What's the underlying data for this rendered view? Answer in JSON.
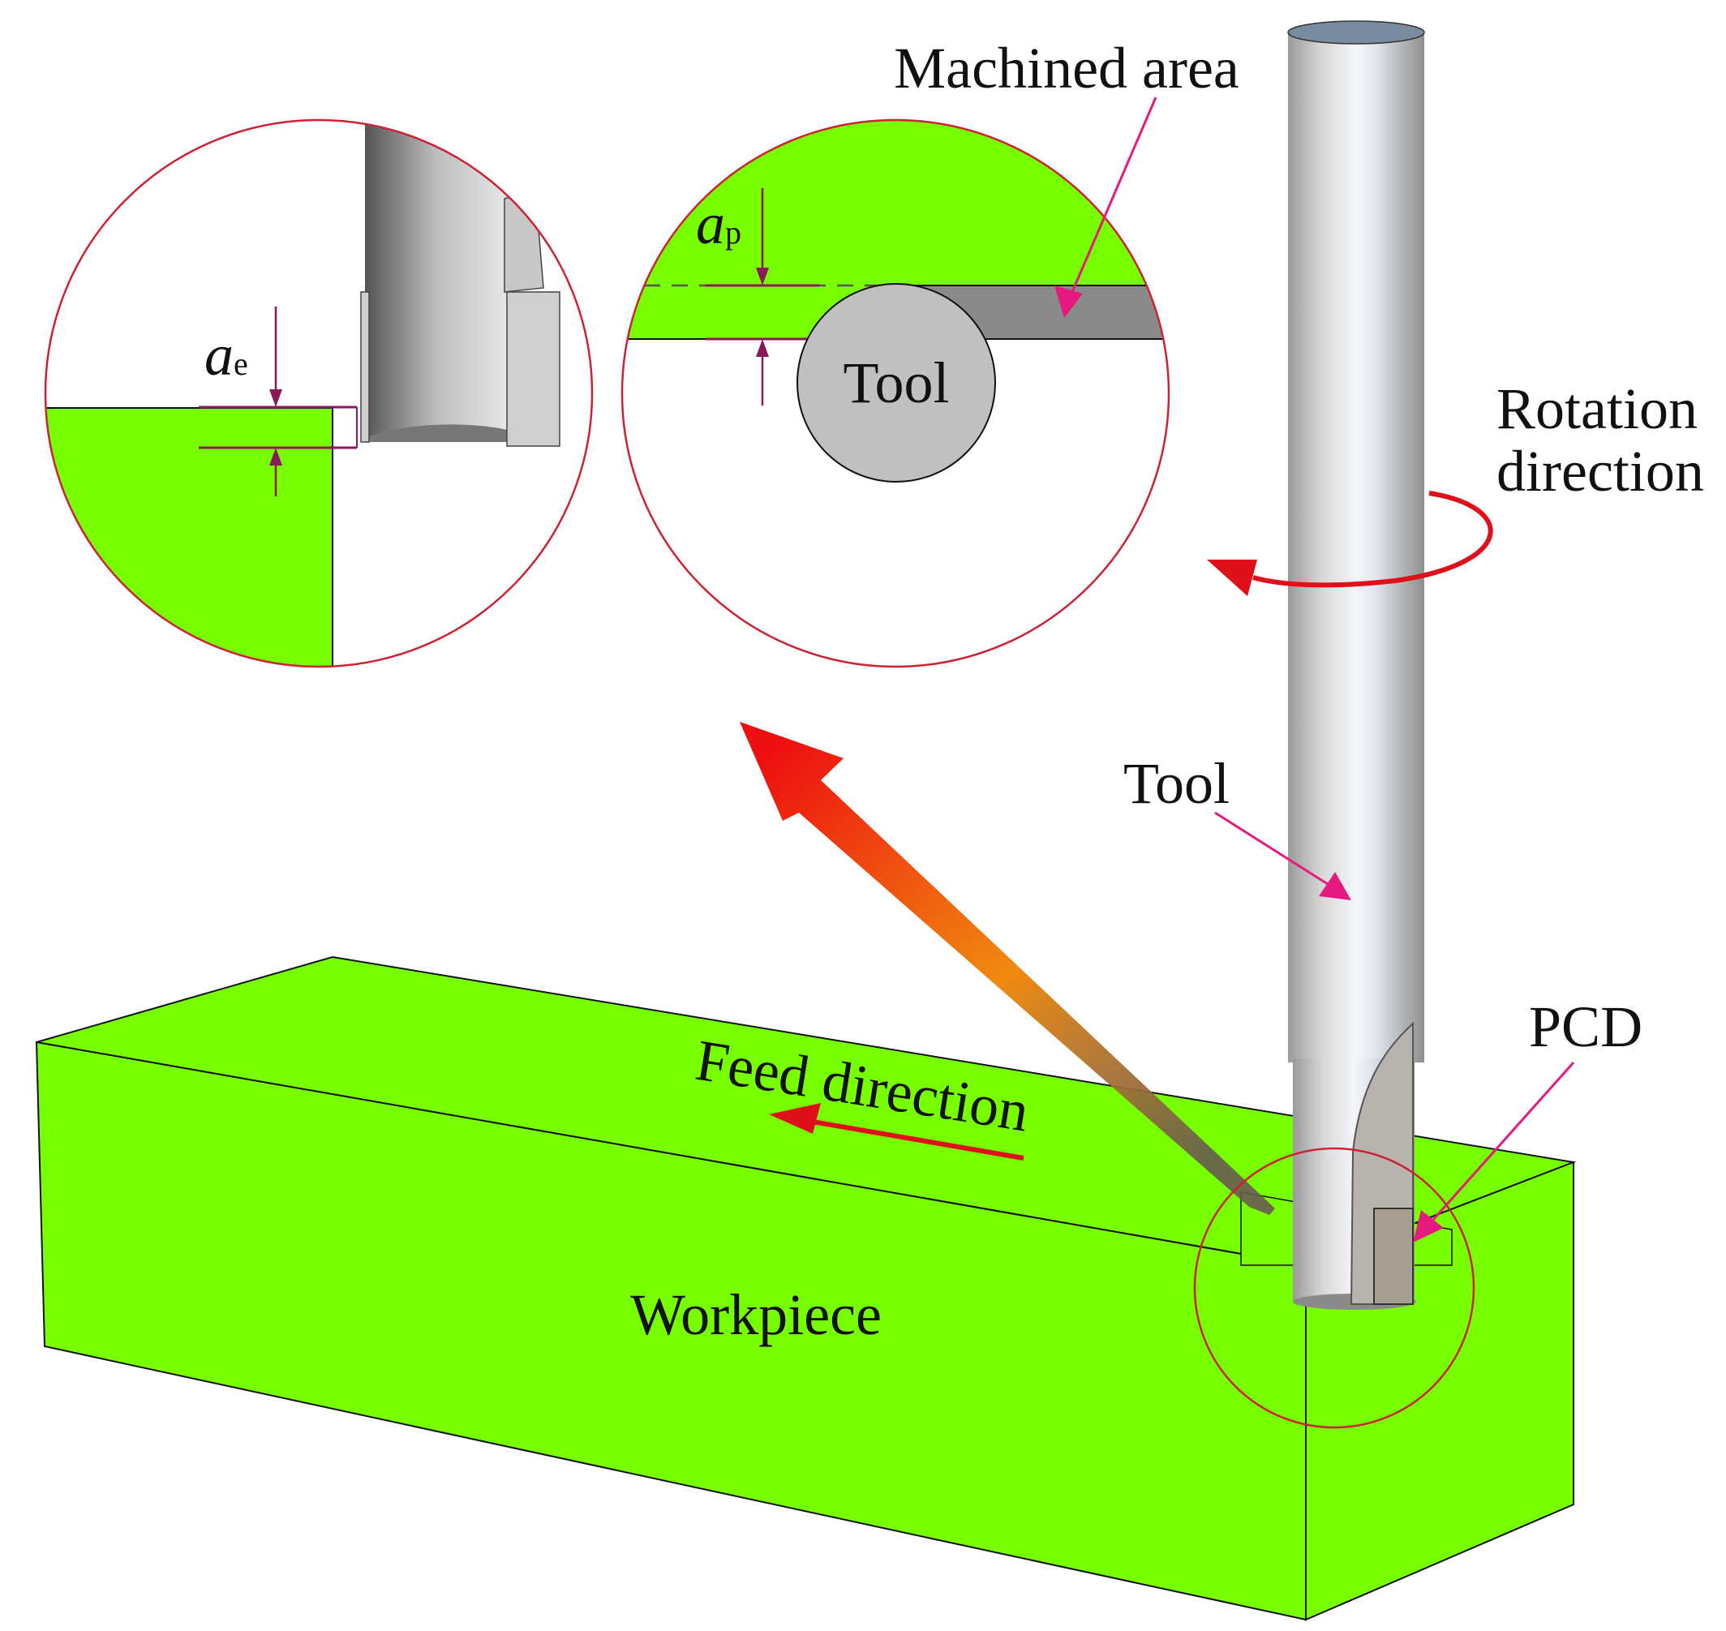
{
  "labels": {
    "machined_area": "Machined area",
    "rotation_line1": "Rotation",
    "rotation_line2": "direction",
    "tool_main": "Tool",
    "tool_inset": "Tool",
    "pcd": "PCD",
    "feed_direction": "Feed direction",
    "workpiece": "Workpiece",
    "ae_symbol": "a",
    "ae_subscript": "e",
    "ap_symbol": "a",
    "ap_subscript": "p"
  },
  "colors": {
    "workpiece_fill": "#77ff00",
    "arrow_red": "#e0101a",
    "label_arrow": "#e6197f",
    "dimension": "#8b1a5a",
    "circle_outline": "#cc2233",
    "tool_gray": "#c0c0c0",
    "machined_strip": "#8a8a8a"
  }
}
